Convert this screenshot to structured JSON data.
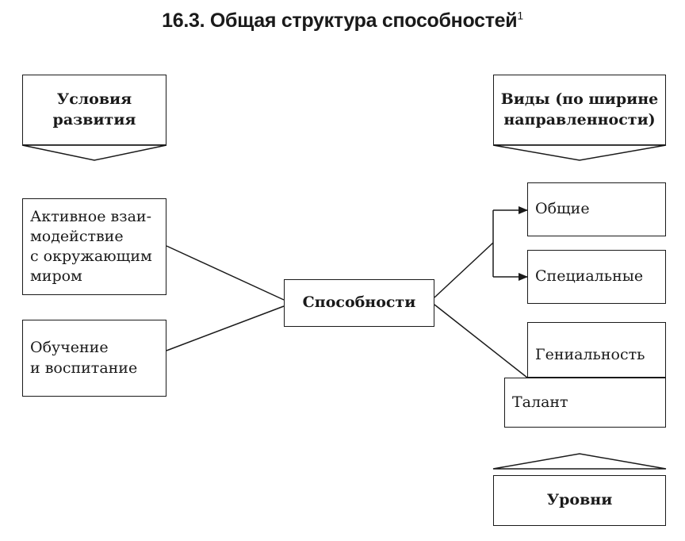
{
  "title": "16.3. Общая структура способностей",
  "title_note": "1",
  "center": "Способности",
  "conditions": {
    "header_line1": "Условия",
    "header_line2": "развития",
    "items": [
      [
        "Активное взаи-",
        "модействие",
        "с окружающим",
        "миром"
      ],
      [
        "Обучение",
        "и воспитание"
      ]
    ]
  },
  "kinds": {
    "header_line1": "Виды (по ширине",
    "header_line2": "направленности)",
    "items": [
      "Общие",
      "Специальные"
    ]
  },
  "levels": {
    "header": "Уровни",
    "items": [
      "Гениальность",
      "Талант"
    ]
  }
}
